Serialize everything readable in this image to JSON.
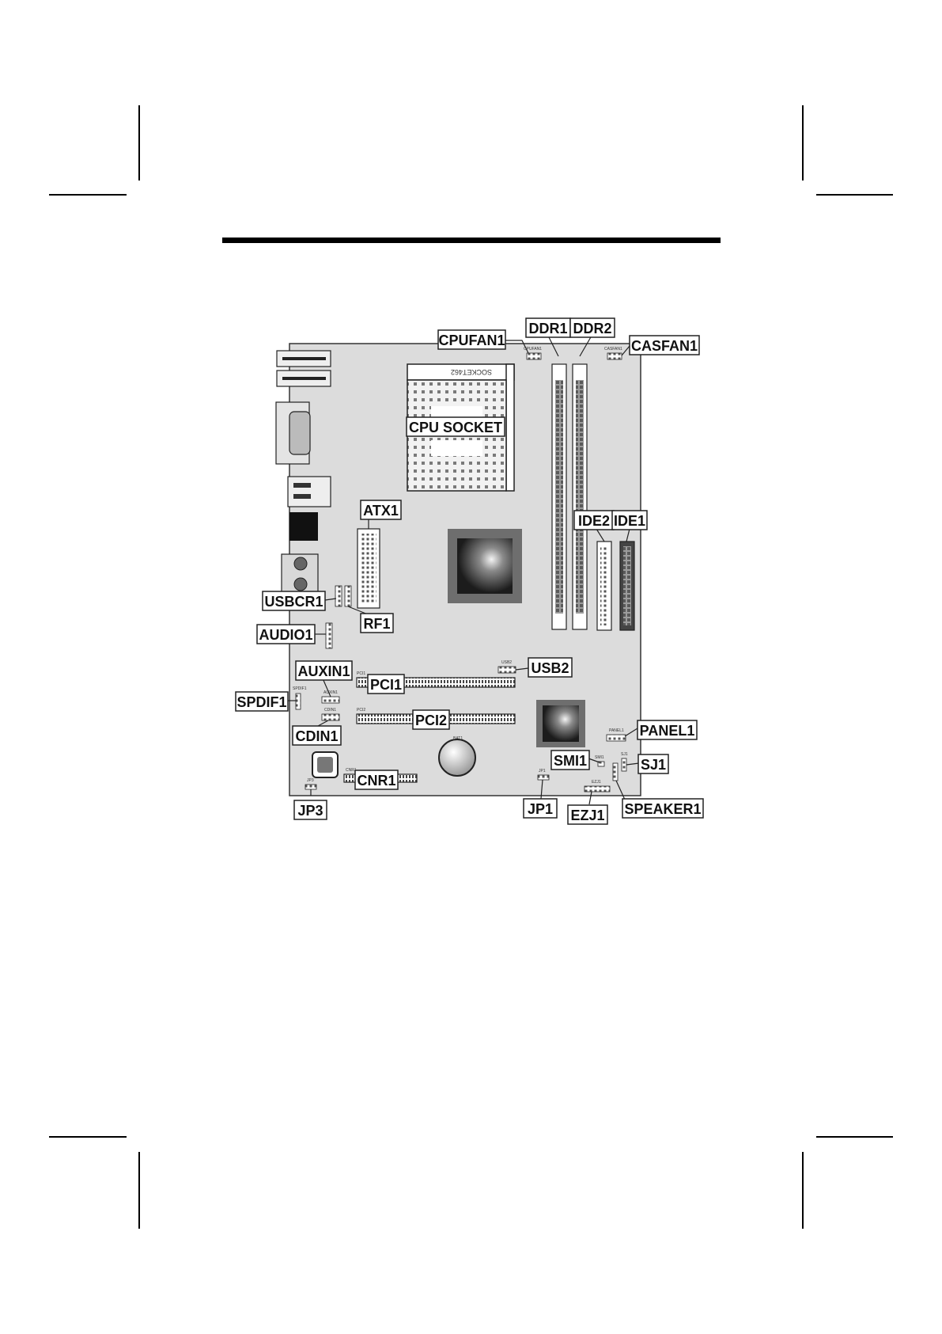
{
  "labels": {
    "cpufan1": "CPUFAN1",
    "ddr1": "DDR1",
    "ddr2": "DDR2",
    "casfan1": "CASFAN1",
    "cpu_socket": "CPU SOCKET",
    "atx1": "ATX1",
    "ide2": "IDE2",
    "ide1": "IDE1",
    "usbcr1": "USBCR1",
    "rf1": "RF1",
    "audio1": "AUDIO1",
    "auxin1": "AUXIN1",
    "pci1": "PCI1",
    "usb2": "USB2",
    "spdif1": "SPDIF1",
    "pci2": "PCI2",
    "panel1": "PANEL1",
    "cdin1": "CDIN1",
    "smi1": "SMI1",
    "sj1": "SJ1",
    "cnr1": "CNR1",
    "jp3": "JP3",
    "jp1": "JP1",
    "ezj1": "EZJ1",
    "speaker1": "SPEAKER1"
  },
  "board_markings": {
    "socket_text": "SOCKET462",
    "cpufan1": "CPUFAN1",
    "casfan1": "CASFAN1",
    "usb2": "USB2",
    "pci1": "PCI1",
    "pci2": "PCI2",
    "panel1": "PANEL1",
    "bat1": "BAT1",
    "cnr1": "CNR1",
    "jp3": "JP3",
    "jp1": "JP1",
    "ezj1": "EZJ1",
    "smi1": "SMI1",
    "sj1": "SJ1",
    "spdif1": "SPDIF1",
    "auxin1": "AUXIN1",
    "cdin1": "CDIN1"
  },
  "colors": {
    "board": "#dcdcdc",
    "label_border": "#222222",
    "rule": "#000000"
  }
}
